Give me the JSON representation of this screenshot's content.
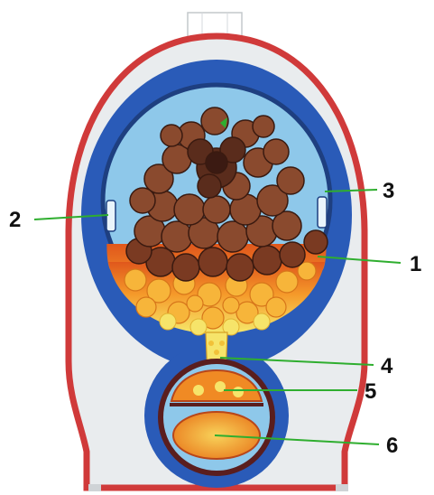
{
  "callouts": [
    {
      "number": "1",
      "part": "stone-heap"
    },
    {
      "number": "2",
      "part": "inner-shell-vent"
    },
    {
      "number": "3",
      "part": "air-gap"
    },
    {
      "number": "4",
      "part": "throat"
    },
    {
      "number": "5",
      "part": "combustion-chamber"
    },
    {
      "number": "6",
      "part": "fire-grate"
    }
  ],
  "colors": {
    "outer_casing": "#d03a3a",
    "casing_fill": "#e9ecee",
    "blue_jacket": "#2a5bb8",
    "blue_inner": "#3f7fd0",
    "air_gap": "#8ec8ea",
    "stone_dark": "#5a2c1c",
    "stone_mid": "#8a4a2e",
    "glow_yellow": "#f6e46a",
    "glow_orange": "#ef8a22",
    "callout_line": "#2fae2f"
  }
}
